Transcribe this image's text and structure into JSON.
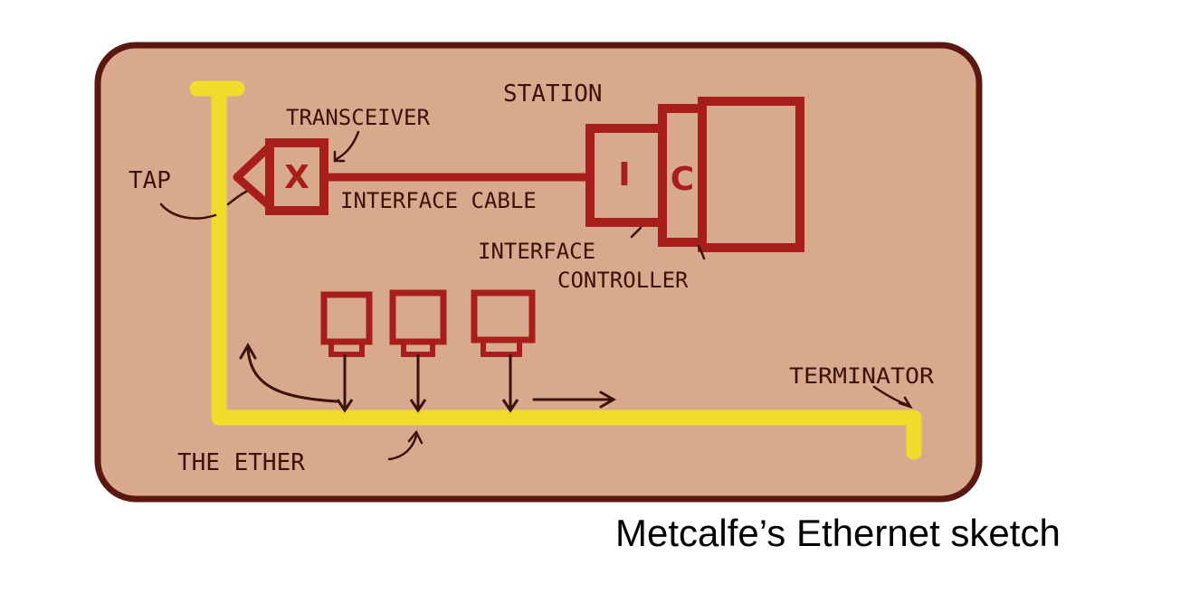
{
  "colors": {
    "paper": "#d9a98d",
    "border": "#5a1810",
    "station_ink": "#a81e1a",
    "ether": "#f0dc2a",
    "pencil": "#3a1206"
  },
  "labels": {
    "station": "STATION",
    "transceiver": "TRANSCEIVER",
    "tap": "TAP",
    "interface_cable": "INTERFACE CABLE",
    "interface": "INTERFACE",
    "controller": "CONTROLLER",
    "terminator": "TERMINATOR",
    "the_ether": "THE ETHER"
  },
  "box_marks": {
    "transceiver": "X",
    "interface": "I",
    "controller": "C"
  },
  "caption": "Metcalfe’s Ethernet sketch"
}
